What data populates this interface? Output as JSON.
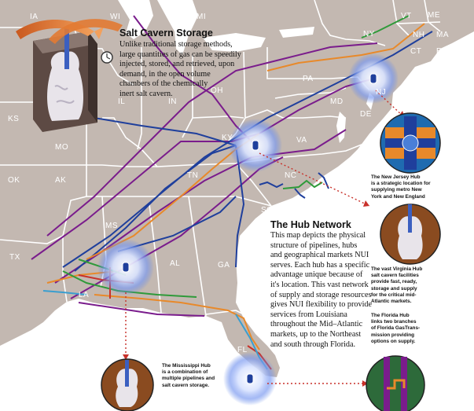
{
  "map": {
    "states": [
      "IA",
      "WI",
      "MI",
      "KS",
      "MO",
      "IL",
      "IN",
      "OH",
      "PA",
      "NY",
      "VT",
      "ME",
      "NH",
      "MA",
      "CT",
      "RI",
      "NJ",
      "MD",
      "DE",
      "KY",
      "VA",
      "OK",
      "AK",
      "TN",
      "NC",
      "SC",
      "TX",
      "MS",
      "AL",
      "GA",
      "LA",
      "FL"
    ]
  },
  "salt_cavern": {
    "title": "Salt Cavern Storage",
    "body_lines": [
      "Unlike traditional storage methods,",
      "large quantities of gas can be speedily",
      "injected, stored, and retrieved, upon",
      "demand, in the open volume",
      "chambers of the chemically",
      "inert salt cavern."
    ]
  },
  "hub_network": {
    "title": "The Hub Network",
    "body_lines": [
      "This map depicts the physical",
      "structure of pipelines, hubs",
      "and geographical markets NUI",
      "serves.  Each hub has a specific",
      "advantage unique because of",
      "it's location.  This vast network",
      "of supply and storage resources",
      "gives NUI flexibility to provide",
      "services from Louisiana",
      "throughout the Mid–Atlantic",
      "markets, up to the Northeast",
      "and south through Florida."
    ]
  },
  "captions": {
    "new_jersey": [
      "The New Jersey Hub",
      "is a strategic location for",
      "supplying metro New",
      "York and New England"
    ],
    "virginia": [
      "The vast Virginia Hub",
      "salt cavern facilities",
      "provide  fast, ready,",
      "storage and supply",
      "for the critical mid-",
      "Atlantic markets."
    ],
    "florida": [
      "The Florida Hub",
      "links two branches",
      "of Florida GasTrans-",
      "mission providing",
      "options on supply."
    ],
    "mississippi": [
      "The Mississippi Hub",
      "is a combination of",
      "multiple pipelines and",
      "salt cavern storage."
    ]
  },
  "colors": {
    "land": "#c3b8b1",
    "water": "#ffffff",
    "state_border": "#ffffff",
    "pipeline_purple": "#7a1c8c",
    "pipeline_blue": "#1f3f9c",
    "pipeline_orange": "#e8892a",
    "pipeline_green": "#2f9a3a",
    "pipeline_red": "#c8312a",
    "pipeline_cyan": "#3a9ecf",
    "hub_glow": "#5b82e8",
    "hub_fill_nj": "#1f6bb0",
    "hub_fill_va": "#8a4b20",
    "hub_fill_fl": "#2d6a3a",
    "dotted_leader": "#c8312a"
  },
  "icons": [
    "clock-icon",
    "hub-marker-icon",
    "salt-cavern-icon"
  ]
}
